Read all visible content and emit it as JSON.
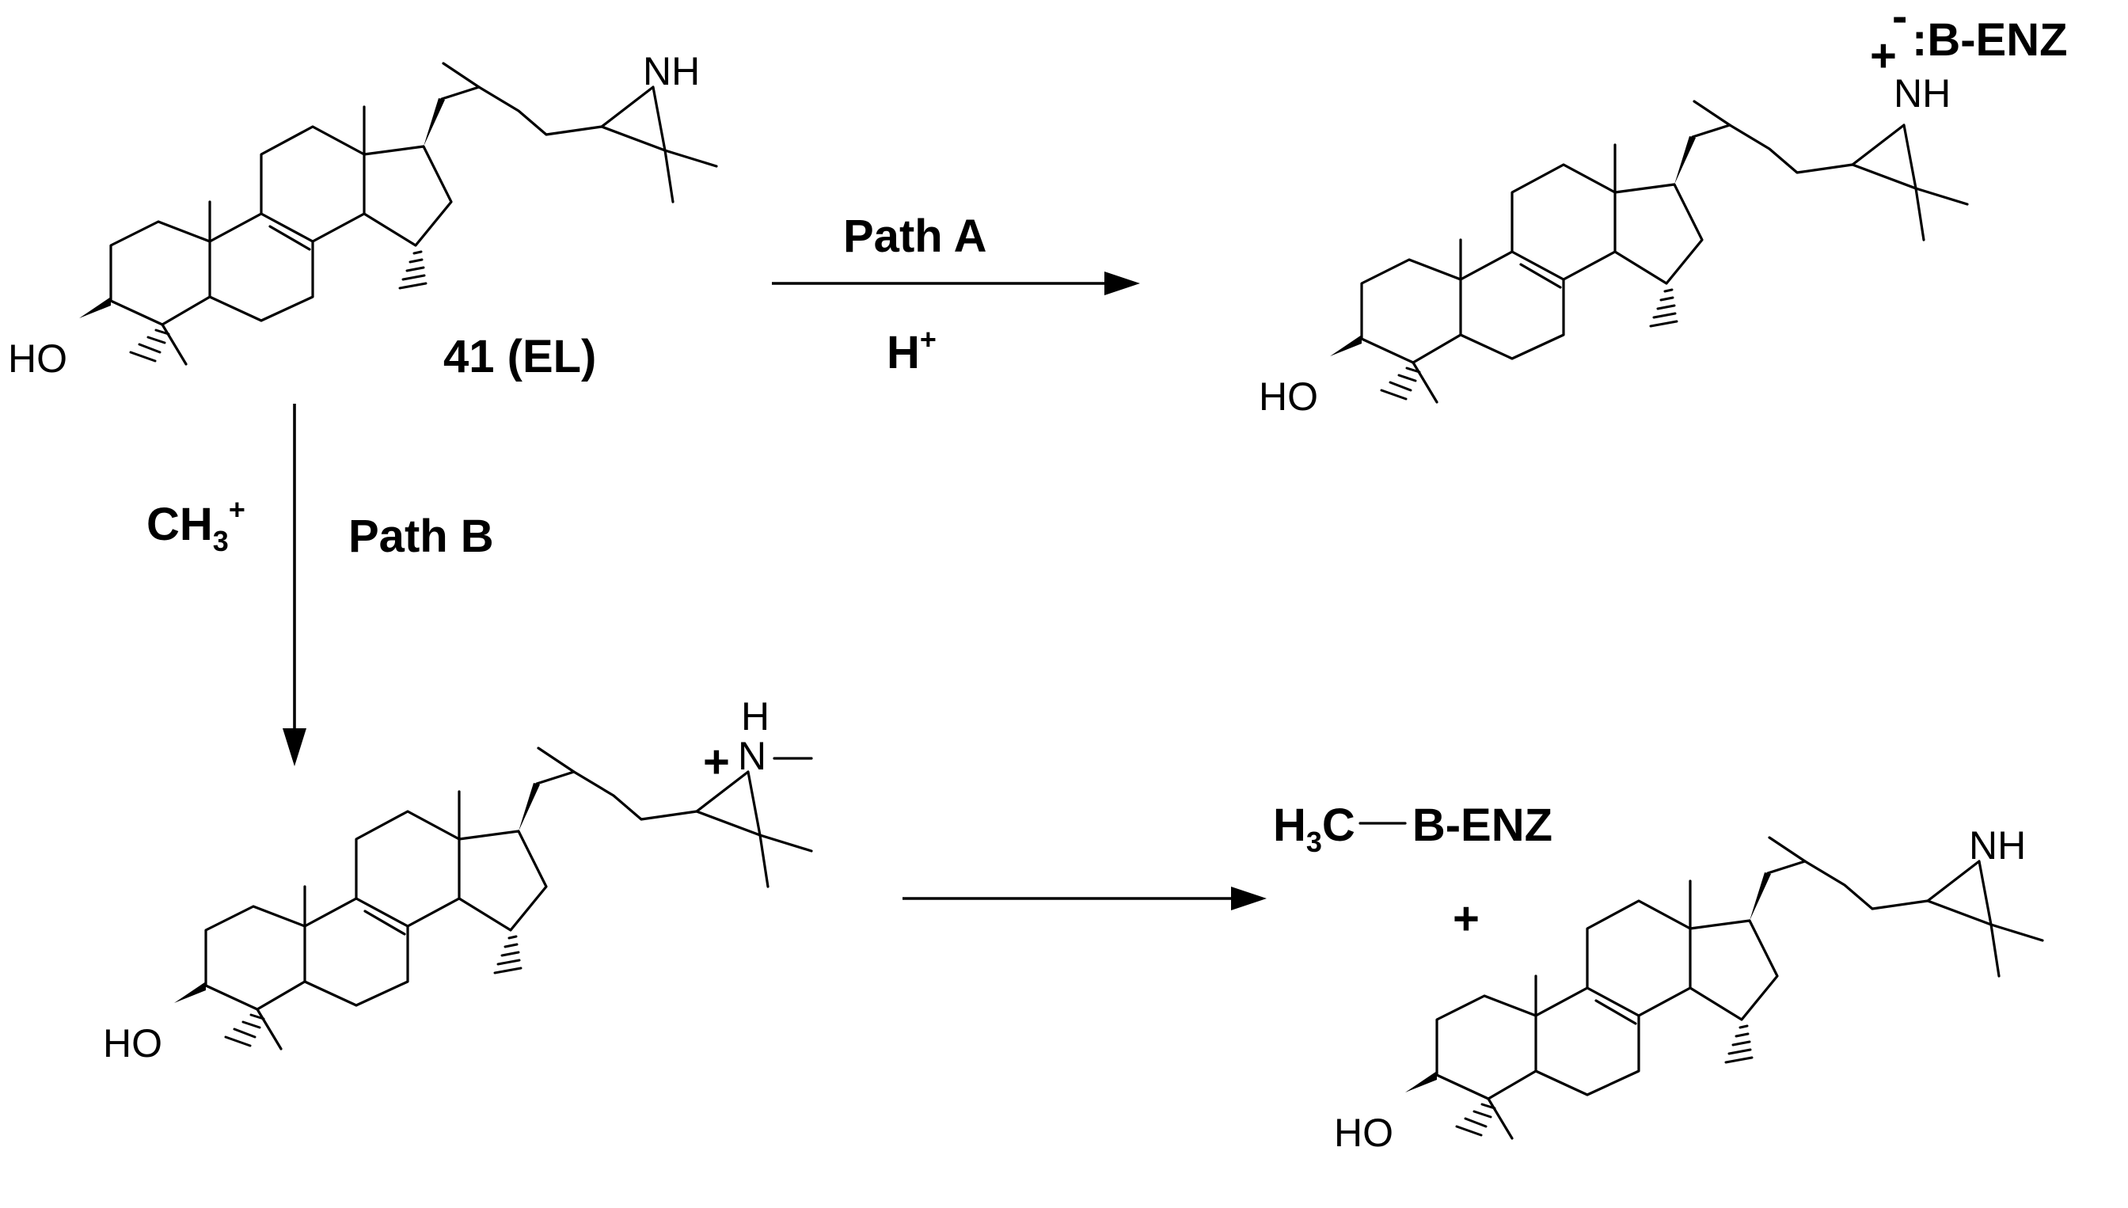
{
  "compound_label": "41 (EL)",
  "atoms": {
    "hydroxyl": "HO",
    "amine": "NH",
    "nitrogen": "N",
    "hydrogen": "H"
  },
  "path_a": {
    "label": "Path A",
    "reagent_base": "H",
    "reagent_charge": "+"
  },
  "path_b": {
    "label": "Path B",
    "reagent_base": "CH",
    "reagent_sub": "3",
    "reagent_charge": "+"
  },
  "charges": {
    "plus": "+",
    "minus": "-"
  },
  "enzyme_base": ":B-ENZ",
  "methylated_enzyme": {
    "h": "H",
    "sub": "3",
    "c": "C",
    "rest": "B-ENZ"
  },
  "plus_sign": "+"
}
